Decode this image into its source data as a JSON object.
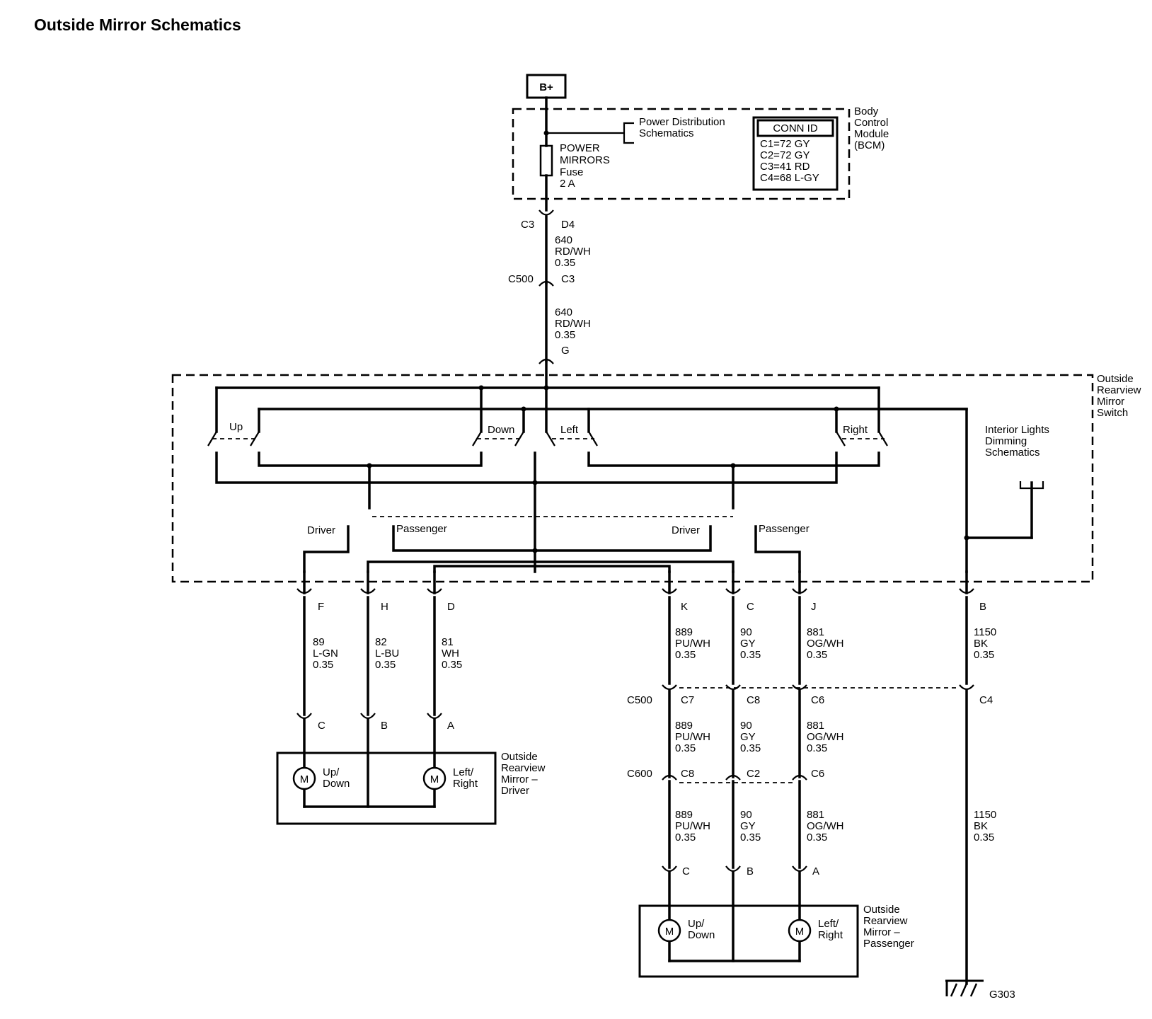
{
  "title": "Outside Mirror Schematics",
  "bplus": "B+",
  "bcm": {
    "lines": [
      "Body",
      "Control",
      "Module",
      "(BCM)"
    ],
    "power_dist": [
      "Power Distribution",
      "Schematics"
    ],
    "fuse": [
      "POWER",
      "MIRRORS",
      "Fuse",
      "2 A"
    ],
    "conn_id": {
      "header": "CONN ID",
      "rows": [
        "C1=72 GY",
        "C2=72 GY",
        "C3=41 RD",
        "C4=68 L-GY"
      ]
    }
  },
  "upper_feed": {
    "c3": "C3",
    "d4": "D4",
    "wire1": [
      "640",
      "RD/WH",
      "0.35"
    ],
    "c500": "C500",
    "c500_pin": "C3",
    "wire2": [
      "640",
      "RD/WH",
      "0.35"
    ],
    "g": "G"
  },
  "switch": {
    "lines": [
      "Outside",
      "Rearview",
      "Mirror",
      "Switch"
    ],
    "up": "Up",
    "down": "Down",
    "left": "Left",
    "right": "Right",
    "interior": [
      "Interior Lights",
      "Dimming",
      "Schematics"
    ],
    "driver_left": "Driver",
    "passenger_left": "Passenger",
    "driver_right": "Driver",
    "passenger_right": "Passenger"
  },
  "pins": {
    "F": "F",
    "H": "H",
    "D": "D",
    "K": "K",
    "C": "C",
    "J": "J",
    "B": "B"
  },
  "driver_wires": [
    [
      "89",
      "L-GN",
      "0.35"
    ],
    [
      "82",
      "L-BU",
      "0.35"
    ],
    [
      "81",
      "WH",
      "0.35"
    ]
  ],
  "driver_mirror": {
    "pins": [
      "C",
      "B",
      "A"
    ],
    "updown": [
      "Up/",
      "Down"
    ],
    "leftright": [
      "Left/",
      "Right"
    ],
    "motor": "M",
    "label": [
      "Outside",
      "Rearview",
      "Mirror –",
      "Driver"
    ]
  },
  "pass_wires_top": [
    [
      "889",
      "PU/WH",
      "0.35"
    ],
    [
      "90",
      "GY",
      "0.35"
    ],
    [
      "881",
      "OG/WH",
      "0.35"
    ],
    [
      "1150",
      "BK",
      "0.35"
    ]
  ],
  "c500_row": {
    "name": "C500",
    "pins": [
      "C7",
      "C8",
      "C6",
      "C4"
    ]
  },
  "pass_wires_mid": [
    [
      "889",
      "PU/WH",
      "0.35"
    ],
    [
      "90",
      "GY",
      "0.35"
    ],
    [
      "881",
      "OG/WH",
      "0.35"
    ]
  ],
  "c600_row": {
    "name": "C600",
    "pins": [
      "C8",
      "C2",
      "C6"
    ]
  },
  "pass_wires_bot": [
    [
      "889",
      "PU/WH",
      "0.35"
    ],
    [
      "90",
      "GY",
      "0.35"
    ],
    [
      "881",
      "OG/WH",
      "0.35"
    ],
    [
      "1150",
      "BK",
      "0.35"
    ]
  ],
  "pass_mirror": {
    "pins": [
      "C",
      "B",
      "A"
    ],
    "updown": [
      "Up/",
      "Down"
    ],
    "leftright": [
      "Left/",
      "Right"
    ],
    "motor": "M",
    "label": [
      "Outside",
      "Rearview",
      "Mirror –",
      "Passenger"
    ]
  },
  "ground": "G303"
}
